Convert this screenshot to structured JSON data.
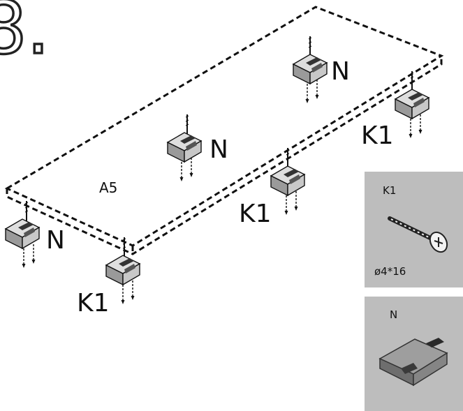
{
  "step_number": "8.",
  "panel_label": "A5",
  "connector_labels": {
    "n_top": "N",
    "k1_right": "K1",
    "n_center": "N",
    "k1_center": "K1",
    "n_left": "N",
    "k1_left": "K1"
  },
  "legend": {
    "screw": {
      "label": "K1",
      "size": "ø4*16"
    },
    "block": {
      "label": "N"
    }
  },
  "colors": {
    "line": "#111111",
    "block_top": "#d9d9d9",
    "block_side": "#8a8a8a",
    "slot": "#333333",
    "legend_bg": "#bdbdbd"
  }
}
